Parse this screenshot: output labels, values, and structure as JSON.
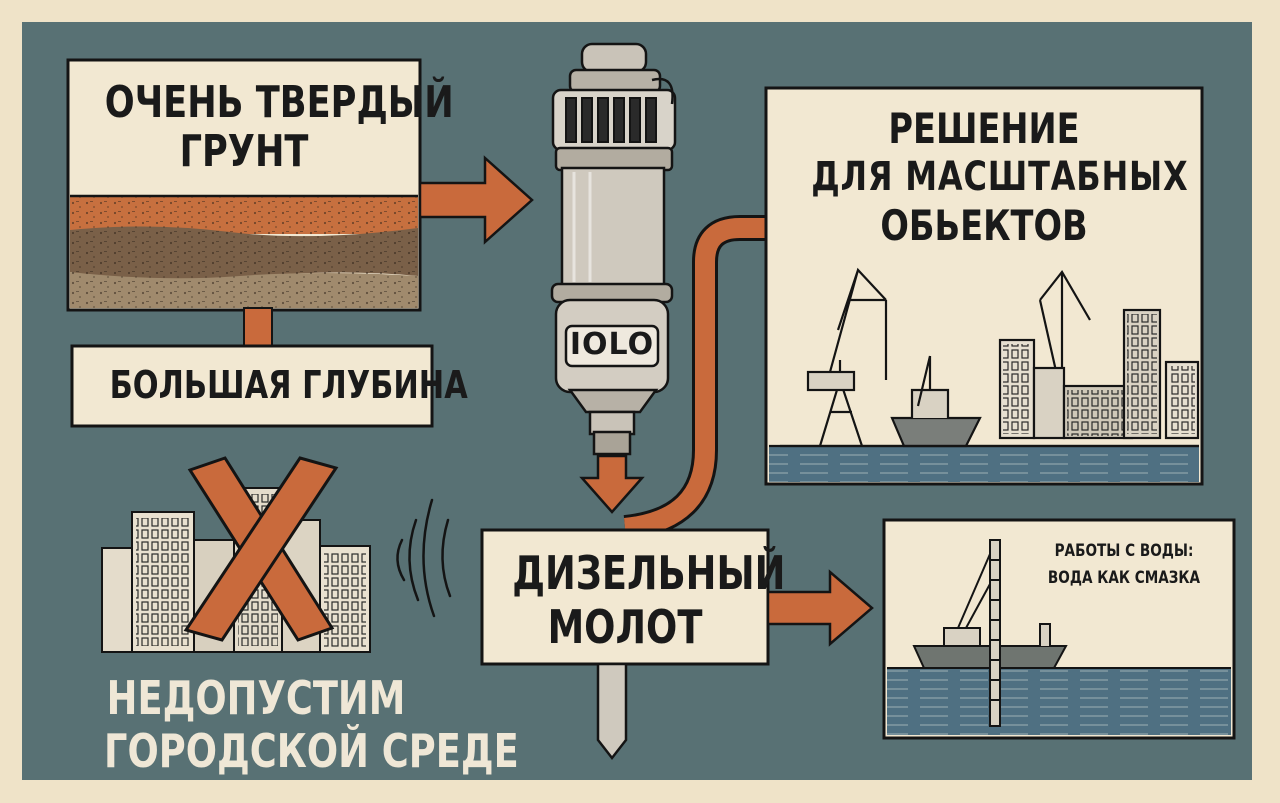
{
  "title": "",
  "colors": {
    "background": "#587174",
    "frame": "#efe3c8",
    "panel": "#f2e8d2",
    "arrow": "#c96a3c",
    "soil_top": "#c7703f",
    "soil_mid": "#7a6048",
    "soil_bottom": "#a08a6d",
    "water": "#4f7082",
    "ink": "#141414"
  },
  "boxes": {
    "hard_soil": {
      "line1": "ОЧЕНЬ ТВЕРДЫЙ",
      "line2": "ГРУНТ"
    },
    "depth": {
      "text": "БОЛЬШАЯ ГЛУБИНА"
    },
    "solution": {
      "line1": "РЕШЕНИЕ",
      "line2": "ДЛЯ МАСШТАБНЫХ",
      "line3": "ОБЬЕКТОВ"
    },
    "diesel_hammer": {
      "line1": "ДИЗЕЛЬНЫЙ",
      "line2": "МОЛОТ"
    },
    "water_works": {
      "line1": "РАБОТЫ С ВОДЫ:",
      "line2": "ВОДА КАК СМАЗКА"
    }
  },
  "hammer": {
    "marking": "IOLO"
  },
  "warning": {
    "line1": "НЕДОПУСТИМ",
    "line2": "ГОРОДСКОЙ СРЕДЕ"
  },
  "icons": [
    "forbidden-cross-icon",
    "vibration-wave-icon",
    "arrow-right-icon",
    "arrow-down-icon"
  ]
}
